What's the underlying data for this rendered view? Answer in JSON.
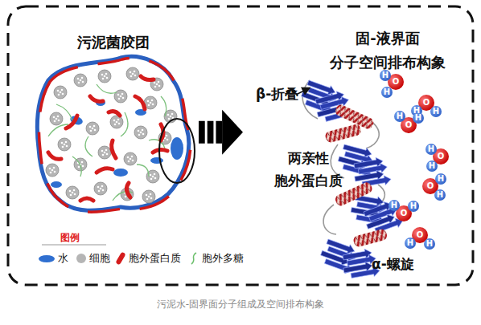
{
  "diagram": {
    "caption": "污泥水-固界面分子组成及空间排布构象",
    "nodes": [
      {
        "text": [
          "污泥菌胶团"
        ]
      },
      {
        "text": [
          "固-液界面 分子空间排布构象"
        ]
      }
    ],
    "edges": [
      {
        "from": 0,
        "to": 1,
        "arrow": "to"
      }
    ],
    "labels": [
      "β-折叠",
      "两亲性 胞外蛋白质",
      "α-螺旋",
      "图例",
      "O",
      "H",
      "H",
      "O",
      "H",
      "H",
      "O",
      "H",
      "H",
      "O",
      "H",
      "H",
      "O",
      "H",
      "H",
      "O",
      "H",
      "H",
      "O",
      "H",
      "H"
    ],
    "legend": [
      {
        "text": "水",
        "color": "#2f6fd0"
      },
      {
        "text": "细胞",
        "color": "#b5b5b5"
      },
      {
        "text": "胞外蛋白质",
        "color": "#d41c1c"
      },
      {
        "text": "胞外多糖"
      }
    ]
  }
}
